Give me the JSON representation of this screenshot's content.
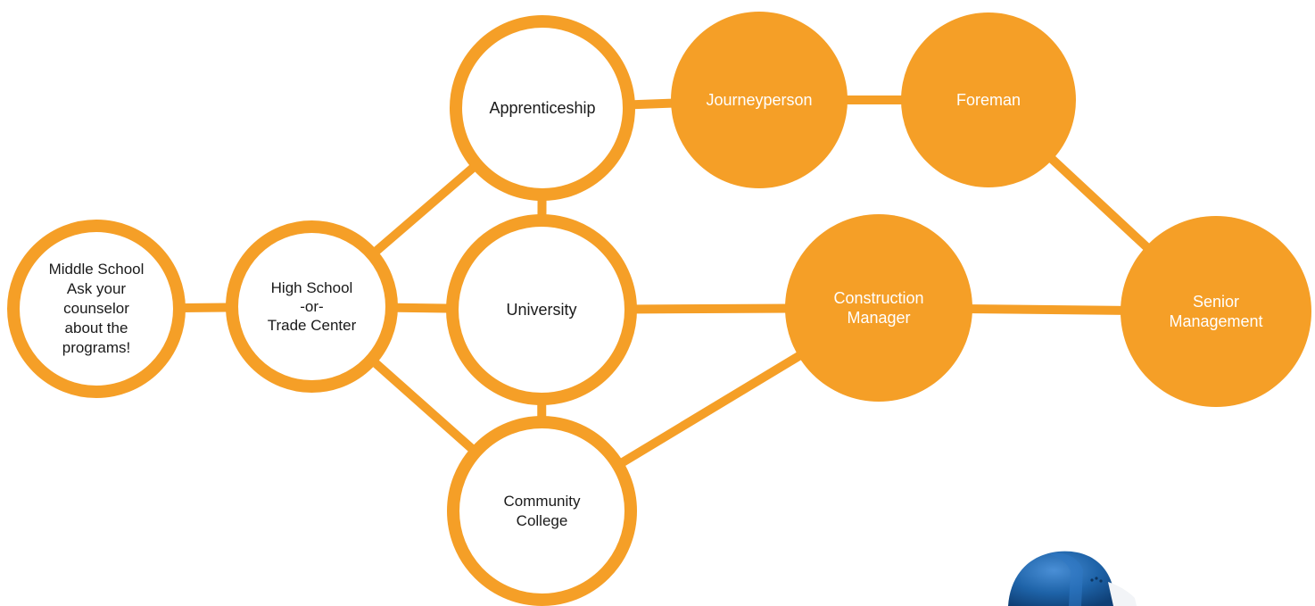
{
  "colors": {
    "accent": "#f59f27",
    "outline_fill": "#ffffff",
    "filled_text": "#ffffff",
    "outline_text": "#1a1a1a",
    "hardhat": "#1e63a8"
  },
  "nodes": {
    "middle_school": {
      "lines": [
        "Middle School",
        "Ask your",
        "counselor",
        "about the",
        "programs!"
      ],
      "style": "outline"
    },
    "high_school": {
      "lines": [
        "High School",
        "-or-",
        "Trade Center"
      ],
      "style": "outline"
    },
    "apprenticeship": {
      "lines": [
        "Apprenticeship"
      ],
      "style": "outline"
    },
    "university": {
      "lines": [
        "University"
      ],
      "style": "outline"
    },
    "community_college": {
      "lines": [
        "Community",
        "College"
      ],
      "style": "outline"
    },
    "journeyperson": {
      "lines": [
        "Journeyperson"
      ],
      "style": "filled"
    },
    "foreman": {
      "lines": [
        "Foreman"
      ],
      "style": "filled"
    },
    "construction_manager": {
      "lines": [
        "Construction",
        "Manager"
      ],
      "style": "filled"
    },
    "senior_management": {
      "lines": [
        "Senior",
        "Management"
      ],
      "style": "filled"
    }
  },
  "edges": [
    [
      "middle_school",
      "high_school"
    ],
    [
      "high_school",
      "apprenticeship"
    ],
    [
      "high_school",
      "university"
    ],
    [
      "high_school",
      "community_college"
    ],
    [
      "apprenticeship",
      "university"
    ],
    [
      "university",
      "community_college"
    ],
    [
      "apprenticeship",
      "journeyperson"
    ],
    [
      "journeyperson",
      "foreman"
    ],
    [
      "foreman",
      "senior_management"
    ],
    [
      "university",
      "construction_manager"
    ],
    [
      "community_college",
      "construction_manager"
    ],
    [
      "construction_manager",
      "senior_management"
    ]
  ],
  "decoration": {
    "icon": "hard-hat-icon"
  }
}
